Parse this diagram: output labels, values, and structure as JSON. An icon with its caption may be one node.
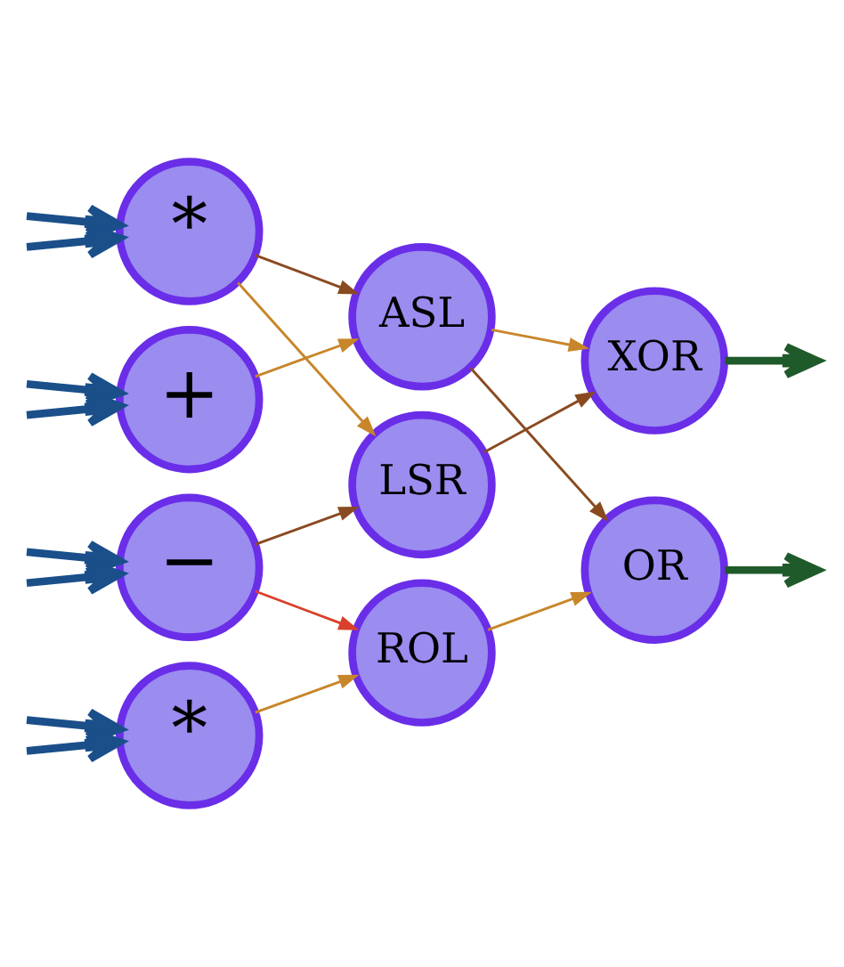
{
  "diagram": {
    "nodes": [
      {
        "text": [
          "−"
        ]
      },
      {
        "text": [
          "*"
        ]
      },
      {
        "text": [
          "+"
        ]
      },
      {
        "text": [
          "*"
        ]
      },
      {
        "text": [
          "LSR"
        ]
      },
      {
        "text": [
          "ASL"
        ]
      },
      {
        "text": [
          "ROL"
        ]
      },
      {
        "text": [
          "XOR"
        ]
      },
      {
        "text": [
          "OR"
        ]
      }
    ],
    "edges": [
      {
        "from": null,
        "to": 0,
        "arrow": "to",
        "style": "thick",
        "color": "#1a4f8a"
      },
      {
        "from": null,
        "to": 0,
        "arrow": "to",
        "style": "thick",
        "color": "#1a4f8a"
      },
      {
        "from": null,
        "to": 1,
        "arrow": "to",
        "style": "thick",
        "color": "#1a4f8a"
      },
      {
        "from": null,
        "to": 1,
        "arrow": "to",
        "style": "thick",
        "color": "#1a4f8a"
      },
      {
        "from": null,
        "to": 2,
        "arrow": "to",
        "style": "thick",
        "color": "#1a4f8a"
      },
      {
        "from": null,
        "to": 2,
        "arrow": "to",
        "style": "thick",
        "color": "#1a4f8a"
      },
      {
        "from": null,
        "to": 3,
        "arrow": "to",
        "style": "thick",
        "color": "#1a4f8a"
      },
      {
        "from": null,
        "to": 3,
        "arrow": "to",
        "style": "thick",
        "color": "#1a4f8a"
      },
      {
        "from": 0,
        "to": 4,
        "arrow": "to",
        "color": "#8a4a20"
      },
      {
        "from": 0,
        "to": 6,
        "arrow": "to",
        "color": "#d9402a"
      },
      {
        "from": 1,
        "to": 4,
        "arrow": "to",
        "color": "#c8862a"
      },
      {
        "from": 1,
        "to": 5,
        "arrow": "to",
        "color": "#8a4a20"
      },
      {
        "from": 2,
        "to": 5,
        "arrow": "to",
        "color": "#c8862a"
      },
      {
        "from": 3,
        "to": 6,
        "arrow": "to",
        "color": "#c8862a"
      },
      {
        "from": 4,
        "to": 7,
        "arrow": "to",
        "color": "#8a4a20"
      },
      {
        "from": 5,
        "to": 7,
        "arrow": "to",
        "color": "#c8862a"
      },
      {
        "from": 5,
        "to": 8,
        "arrow": "to",
        "color": "#8a4a20"
      },
      {
        "from": 6,
        "to": 8,
        "arrow": "to",
        "color": "#c8862a"
      },
      {
        "from": 7,
        "to": null,
        "arrow": "to",
        "style": "thick",
        "color": "#1f5a2a"
      },
      {
        "from": 8,
        "to": null,
        "arrow": "to",
        "style": "thick",
        "color": "#1f5a2a"
      }
    ]
  }
}
